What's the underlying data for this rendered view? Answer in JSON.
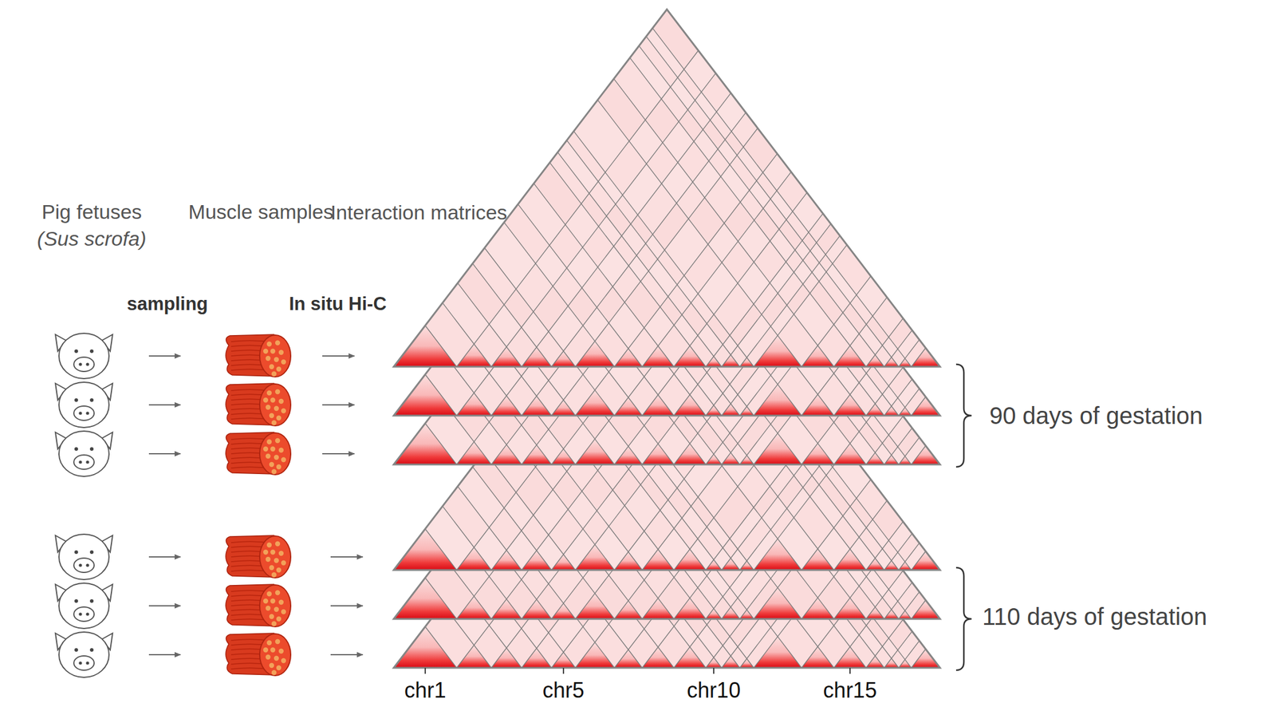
{
  "diagram": {
    "labels": [
      "Pig fetuses",
      "(Sus scrofa)",
      "Muscle samples",
      "Interaction matrices",
      "sampling",
      "In situ Hi-C",
      "90 days of gestation",
      "110 days of gestation",
      "chr1",
      "chr5",
      "chr10",
      "chr15"
    ]
  }
}
